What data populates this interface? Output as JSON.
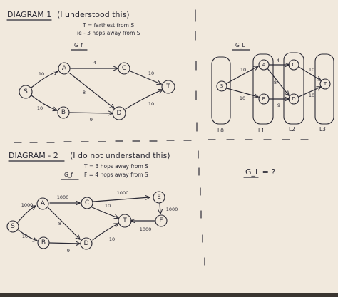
{
  "diagram1": {
    "title": "DIAGRAM 1",
    "comment": "(I understood this)",
    "note1": "T = farthest from S",
    "note2": "ie - 3 hops away from S",
    "graph_label": "G_f",
    "layered_label": "G_L",
    "nodes": {
      "S": "S",
      "A": "A",
      "B": "B",
      "C": "C",
      "D": "D",
      "T": "T"
    },
    "edges": {
      "SA": "10",
      "SB": "10",
      "AC": "4",
      "AD": "8",
      "BD": "9",
      "CT": "10",
      "DT": "10"
    },
    "layers": {
      "L0": {
        "label": "L0",
        "node": "S"
      },
      "L1": {
        "label": "L1",
        "nodes": [
          "A",
          "B"
        ]
      },
      "L2": {
        "label": "L2",
        "nodes": [
          "C",
          "D"
        ]
      },
      "L3": {
        "label": "L3",
        "node": "T"
      }
    },
    "layered_edges": {
      "SA": "10",
      "SB": "10",
      "AC": "4",
      "AD": "8",
      "BD": "9",
      "CT": "10",
      "DT": "10"
    }
  },
  "diagram2": {
    "title": "DIAGRAM - 2",
    "comment": "(I do not understand this)",
    "note1": "T = 3 hops away from S",
    "note2": "F = 4 hops away from S",
    "graph_label": "G_f",
    "question_text": "G_L = ?",
    "nodes": {
      "S": "S",
      "A": "A",
      "B": "B",
      "C": "C",
      "D": "D",
      "T": "T",
      "E": "E",
      "F": "F"
    },
    "edges": {
      "SA": "1000",
      "SB": "10",
      "AC": "1000",
      "AD": "8",
      "BD": "9",
      "CE": "1000",
      "CT": "10",
      "DT": "10",
      "EF": "1000",
      "FT": "1000"
    }
  },
  "colors": {
    "paper": "#f3ece2",
    "ink": "#2b2a35",
    "table": "#3a3530"
  }
}
